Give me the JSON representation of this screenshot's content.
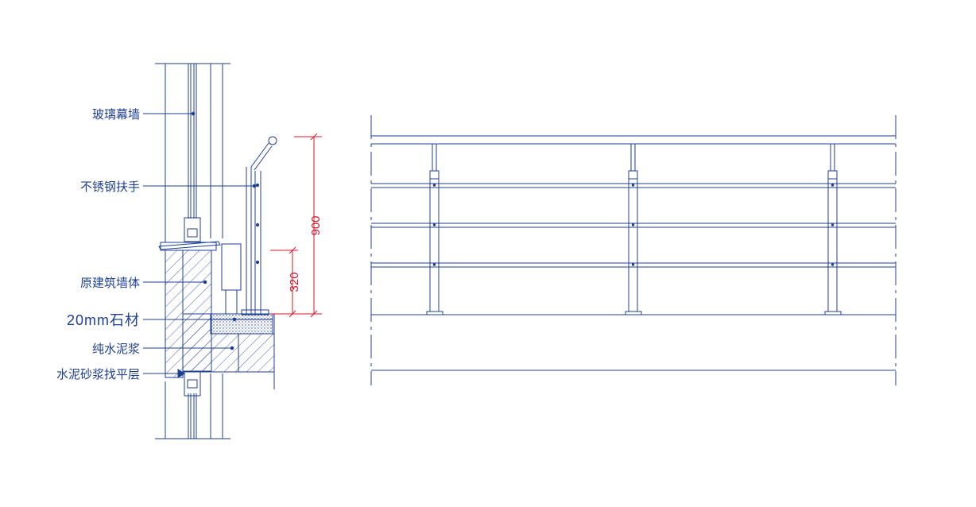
{
  "section_labels": {
    "glass_curtain_wall": "玻璃幕墙",
    "stainless_handrail": "不锈钢扶手",
    "original_wall": "原建筑墙体",
    "stone_20mm": "20mm石材",
    "pure_cement_slurry": "纯水泥浆",
    "cement_mortar_leveling": "水泥砂浆找平层"
  },
  "dimensions": {
    "total_height": "900",
    "sill_height": "320"
  },
  "colors": {
    "line": "#1f3f96",
    "dimension": "#d8192a",
    "background": "#ffffff"
  }
}
